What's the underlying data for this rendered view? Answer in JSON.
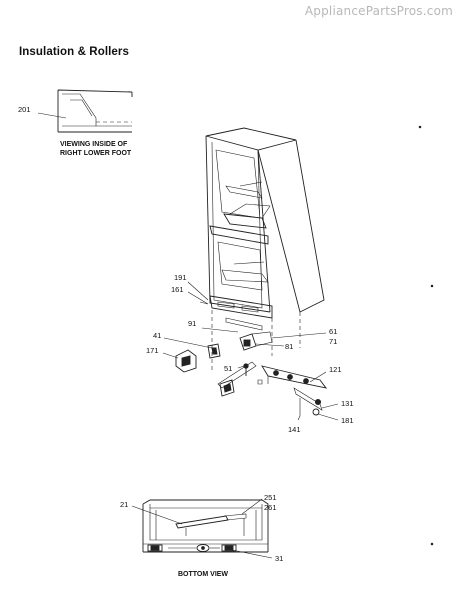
{
  "watermark": "AppliancePartsPros.com",
  "title": "Insulation & Rollers",
  "detail_caption": [
    "VIEWING INSIDE OF",
    "RIGHT LOWER FOOT"
  ],
  "bottom_caption": "BOTTOM VIEW",
  "part_numbers": {
    "p201": "201",
    "p191": "191",
    "p161": "161",
    "p91": "91",
    "p41": "41",
    "p171": "171",
    "p61": "61",
    "p71": "71",
    "p81": "81",
    "p51": "51",
    "p121": "121",
    "p131": "131",
    "p181": "181",
    "p141": "141",
    "p21": "21",
    "p251": "251",
    "p261": "261",
    "p31": "31"
  }
}
